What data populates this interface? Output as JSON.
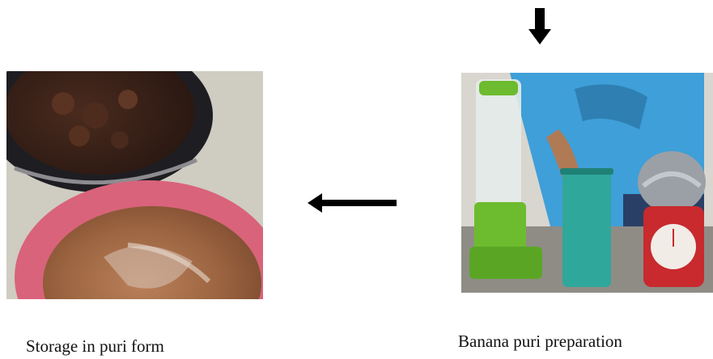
{
  "steps": [
    {
      "caption": "Storage in puri form",
      "image": "storage-photo"
    },
    {
      "caption": "Banana puri preparation",
      "image": "preparation-photo"
    }
  ],
  "flow": {
    "incoming_arrow": "down-arrow-icon",
    "connector_arrow": "left-arrow-icon"
  },
  "colors": {
    "arrow": "#000000",
    "pink_bowl": "#d9637a",
    "blender_green": "#6dbb2f",
    "teal_jar": "#2fa79a",
    "shirt_blue": "#3f9fd8"
  }
}
